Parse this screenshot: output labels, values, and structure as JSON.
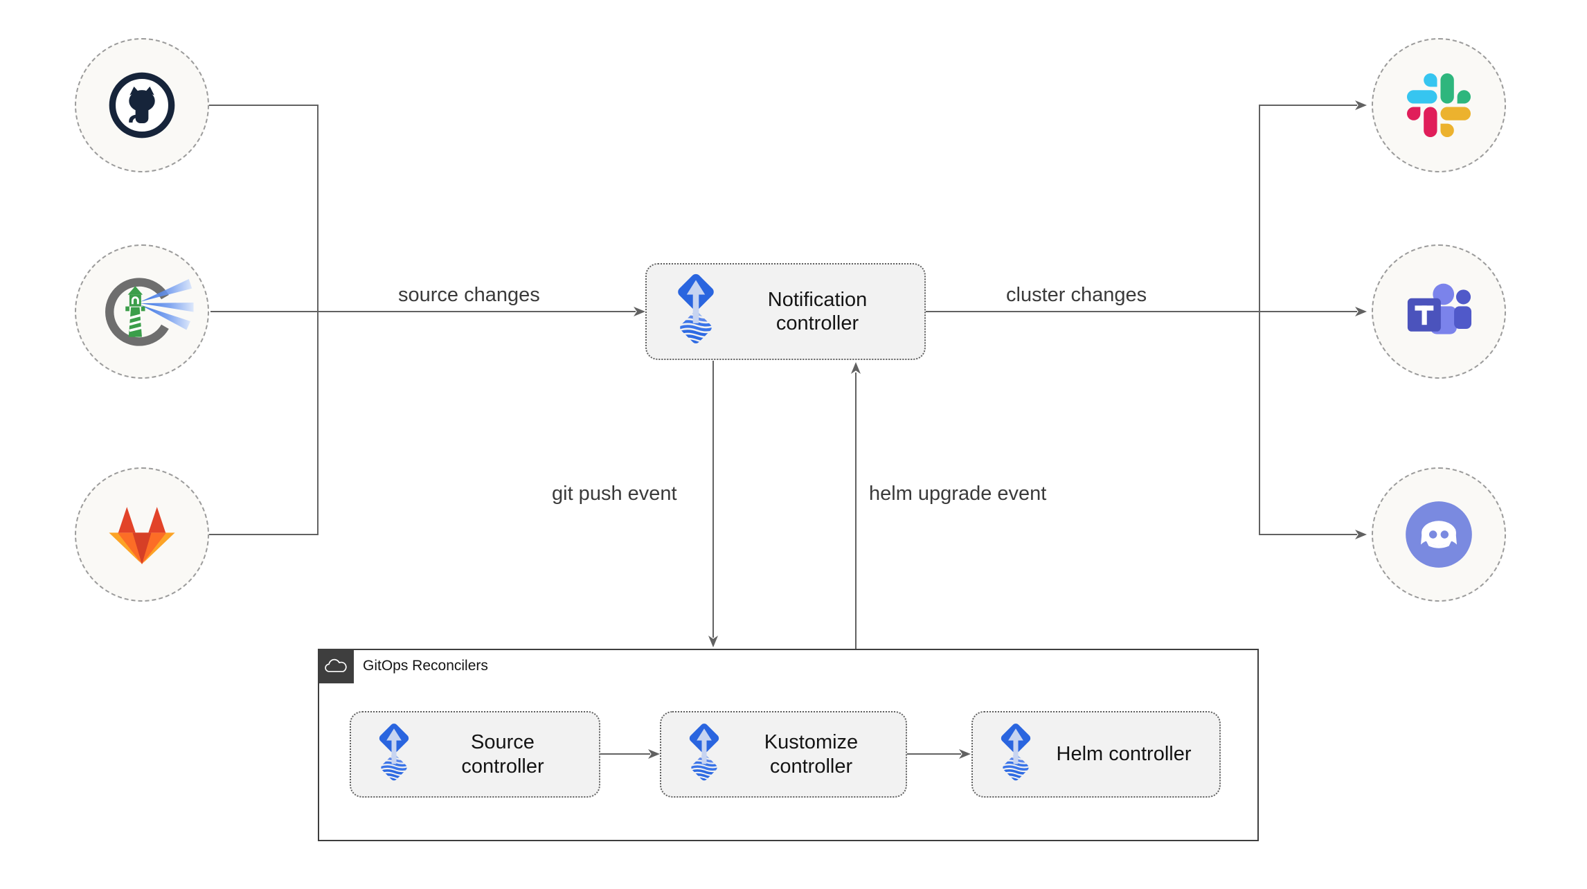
{
  "diagram": {
    "title_hint": "Flux notification controller architecture",
    "sources": [
      {
        "id": "github",
        "icon": "github-icon"
      },
      {
        "id": "harbor",
        "icon": "harbor-lighthouse-icon"
      },
      {
        "id": "gitlab",
        "icon": "gitlab-icon"
      }
    ],
    "notification": {
      "label": "Notification controller",
      "icon": "flux-icon"
    },
    "targets": [
      {
        "id": "slack",
        "icon": "slack-icon"
      },
      {
        "id": "ms-teams",
        "icon": "ms-teams-icon"
      },
      {
        "id": "discord",
        "icon": "discord-icon"
      }
    ],
    "edges": {
      "source_changes": "source changes",
      "cluster_changes": "cluster changes",
      "git_push": "git push event",
      "helm_upgrade": "helm upgrade event"
    },
    "reconcilers": {
      "label": "GitOps Reconcilers",
      "badge_icon": "cloud-icon",
      "items": [
        {
          "label": "Source controller",
          "icon": "flux-icon"
        },
        {
          "label": "Kustomize controller",
          "icon": "flux-icon"
        },
        {
          "label": "Helm controller",
          "icon": "flux-icon"
        }
      ]
    },
    "colors": {
      "line": "#616161",
      "box_fill": "#f2f2f2",
      "box_border": "#5f5f5f",
      "group_border": "#3e3e3e",
      "circle_fill": "#faf9f6",
      "flux_blue": "#2a65df",
      "flux_light": "#c7d4f1",
      "slack_blue": "#36C5F0",
      "slack_green": "#2EB67D",
      "slack_red": "#E01E5A",
      "slack_yellow": "#ECB22E",
      "gitlab_red": "#e24329",
      "gitlab_orange": "#fc6d26",
      "gitlab_yellow": "#fca326",
      "teams_purple": "#4b53bc",
      "teams_light": "#7b83eb",
      "discord_blurple": "#7a8ae0",
      "harbor_green": "#3b9e4a",
      "github_dark": "#16243a"
    }
  }
}
